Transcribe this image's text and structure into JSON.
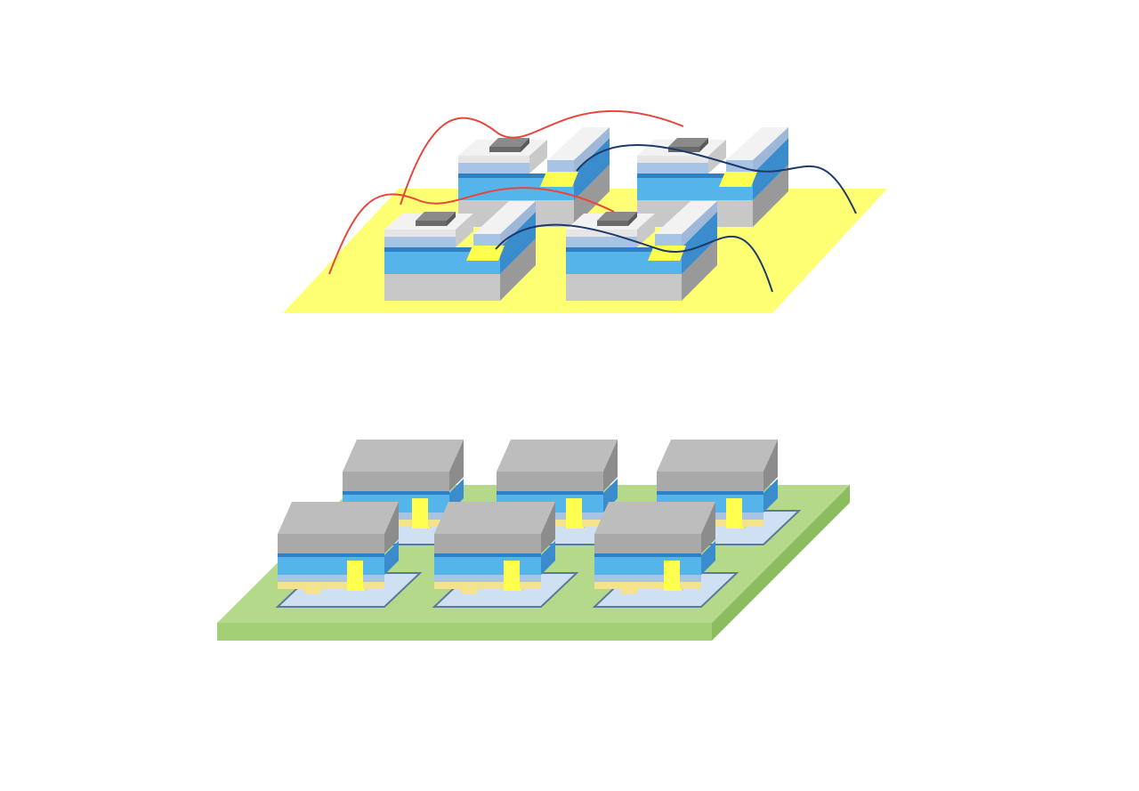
{
  "figure": {
    "panels": [
      {
        "id": "wire-bonded",
        "description_visible_text": "",
        "chip_count": 4,
        "wire_colors": {
          "anode": "#e8463a",
          "cathode": "#1d3a6e"
        },
        "substrate_color": "#ffff73"
      },
      {
        "id": "flip-chip",
        "description_visible_text": "",
        "chip_count": 6,
        "substrate_color": "#b5d98a"
      }
    ],
    "colors": {
      "gray_top": "#bdbdbd",
      "gray_front": "#a9a9a9",
      "gray_side": "#8c8c8c",
      "blue_light": "#55b4ea",
      "blue_dark": "#2f7fc4",
      "blue_pale": "#a8c4e4",
      "pad_dark": "#7a7a7a",
      "yellow": "#ffff50",
      "yellow_dark": "#d8d840",
      "pad_blue": "#cfe0f2"
    }
  }
}
